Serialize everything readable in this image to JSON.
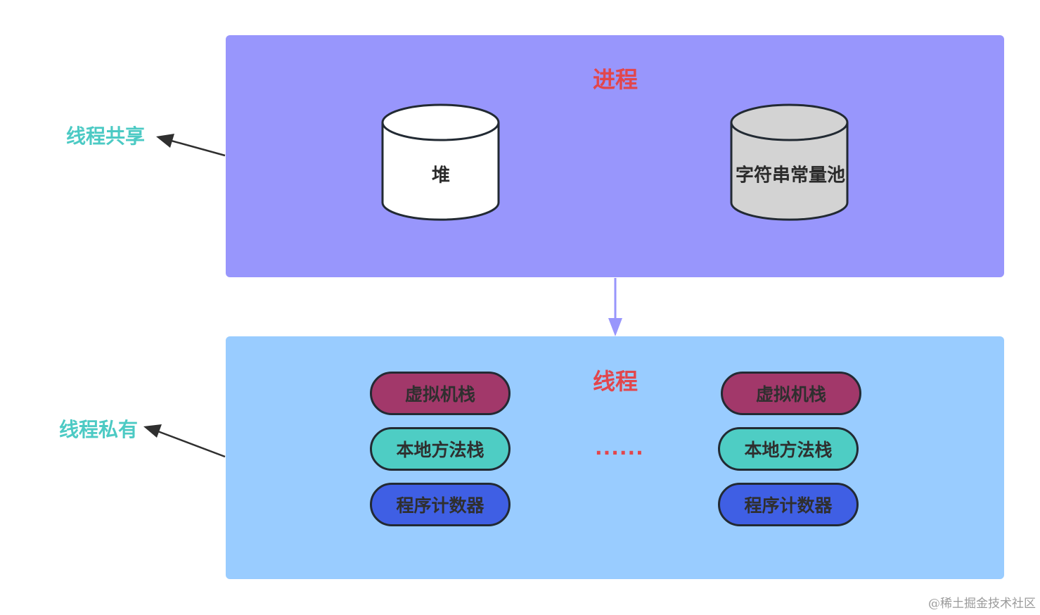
{
  "process": {
    "title": "进程"
  },
  "thread": {
    "title": "线程"
  },
  "cylinders": {
    "heap": "堆",
    "string_pool": "字符串常量池"
  },
  "side_labels": {
    "shared": "线程共享",
    "private": "线程私有"
  },
  "thread_left": {
    "vm_stack": "虚拟机栈",
    "native_stack": "本地方法栈",
    "pc": "程序计数器"
  },
  "thread_right": {
    "vm_stack": "虚拟机栈",
    "native_stack": "本地方法栈",
    "pc": "程序计数器"
  },
  "ellipsis": "......",
  "watermark": "@稀土掘金技术社区",
  "colors": {
    "process_bg": "#9896fc",
    "thread_bg": "#99ccff",
    "title_red": "#e2464c",
    "label_teal": "#4ccac4",
    "vm_stack": "#a2386a",
    "native_stack": "#4ecdc4",
    "pc": "#3f5fe4",
    "string_pool_fill": "#d3d3d3"
  }
}
